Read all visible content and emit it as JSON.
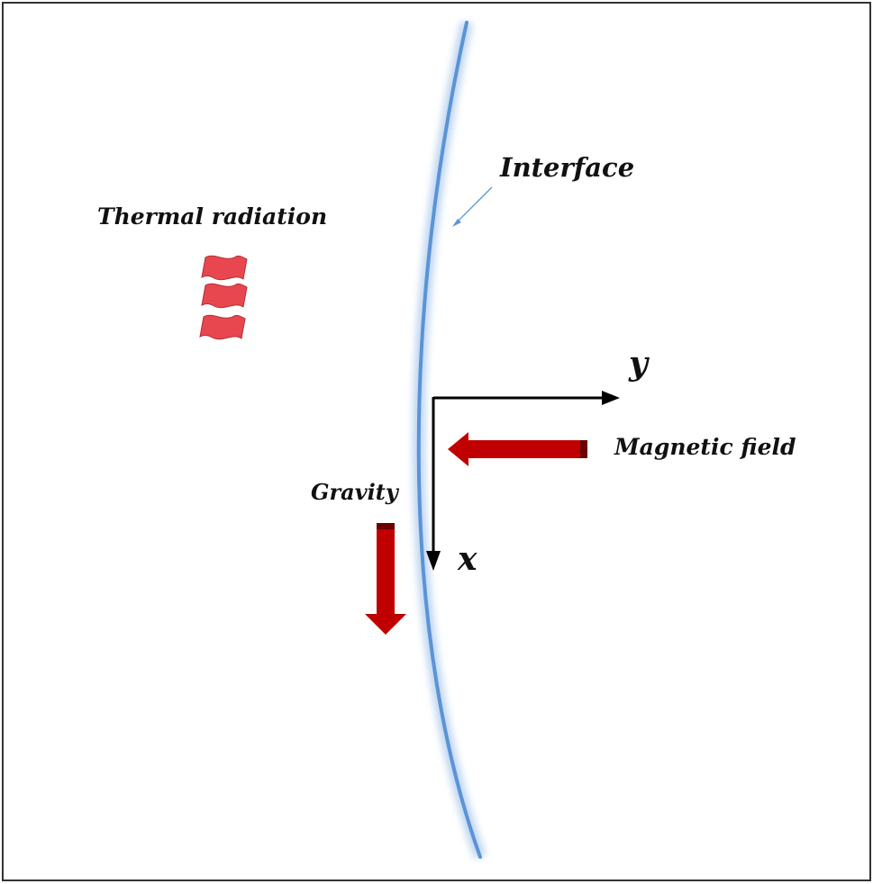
{
  "labels": {
    "interface": "Interface",
    "thermal_radiation": "Thermal radiation",
    "y_axis": "y",
    "x_axis": "x",
    "magnetic_field": "Magnetic field",
    "gravity": "Gravity"
  },
  "colors": {
    "interface_line": "#5b93d6",
    "interface_glow": "#b9d3f0",
    "axis": "#000000",
    "field_arrow": "#c00000",
    "field_arrow_dark": "#6b0000",
    "radiation": "#e8474f",
    "radiation_edge": "#b03038",
    "pointer": "#5b93d6",
    "frame": "#333333",
    "text": "#111111"
  },
  "icons": {
    "radiation": "wavy-flag-icon",
    "magnetic_field": "arrow-left-icon",
    "gravity": "arrow-down-icon"
  }
}
